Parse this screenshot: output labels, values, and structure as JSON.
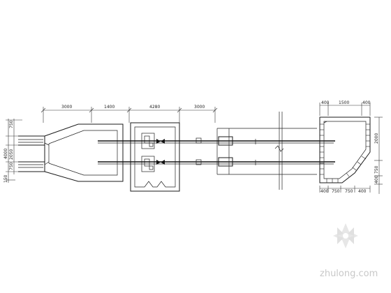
{
  "dimensions": {
    "top_chain": [
      "3000",
      "1400",
      "4280",
      "3000"
    ],
    "left_vertical": [
      "4000",
      "750",
      "2050",
      "750",
      "150"
    ],
    "right_top": [
      "400",
      "1500",
      "400"
    ],
    "right_side": [
      "2000",
      "750",
      "400"
    ],
    "right_bottom": [
      "400",
      "750",
      "750",
      "400"
    ]
  },
  "watermark": {
    "text": "zhulong.com"
  }
}
